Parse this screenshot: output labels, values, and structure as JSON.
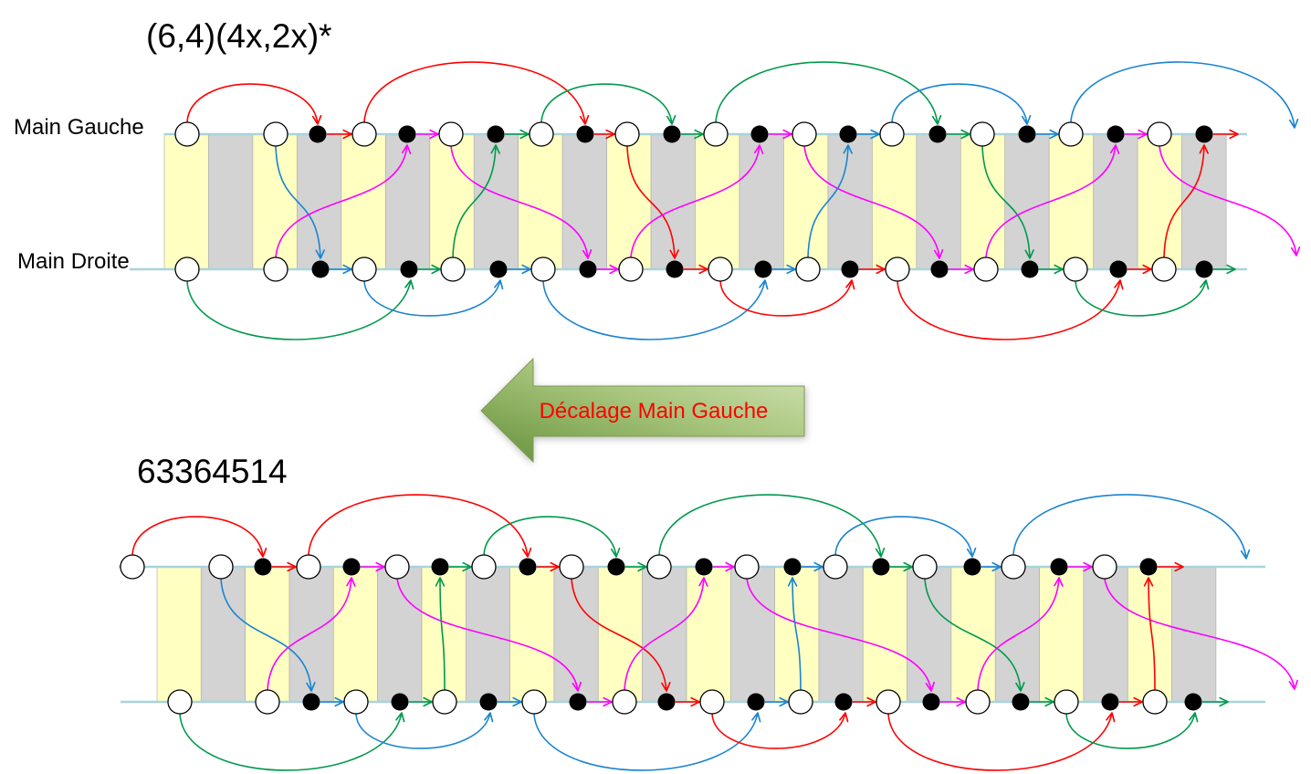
{
  "diagrams": [
    {
      "title": "(6,4)(4x,2x)*",
      "left_hand_label": "Main Gauche",
      "right_hand_label": "Main Droite"
    },
    {
      "title": "63364514"
    }
  ],
  "shift_arrow": {
    "label": "Décalage Main Gauche"
  },
  "colors": {
    "red": "#ff0000",
    "green": "#00994c",
    "blue": "#1a84d0",
    "magenta": "#ff00ff",
    "hand_line": "#a9d3dd",
    "stripe_yellow": "#ffffc2",
    "stripe_gray": "#d3d3d3",
    "shift_label": "#ff0000",
    "shift_arrow_dark": "#66903a",
    "shift_arrow_light": "#d3e4b8"
  }
}
